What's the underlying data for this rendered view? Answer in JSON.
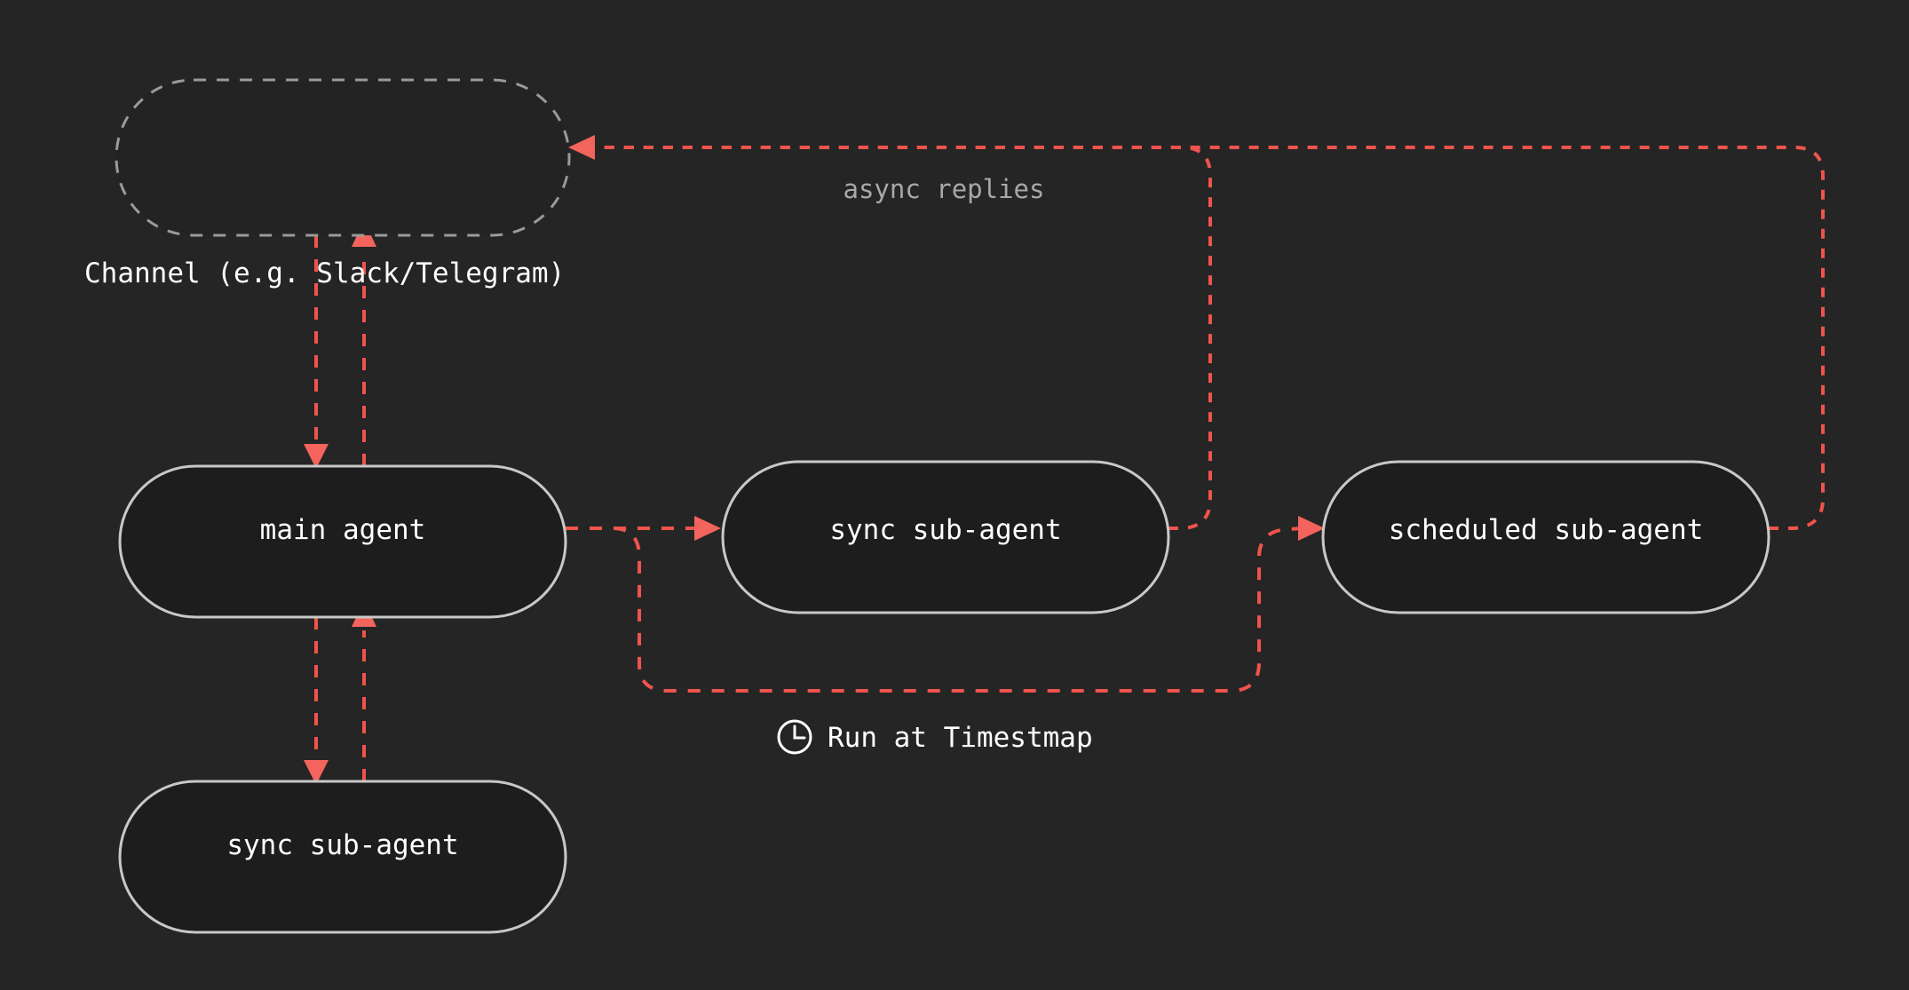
{
  "diagram": {
    "title": "agent orchestration flow",
    "background_color": "#252525",
    "accent_color": "#ef544c",
    "node_border_color": "#c8c8c8",
    "node_fill_color": "#1d1d1d",
    "nodes": [
      {
        "id": "channel",
        "label": "",
        "caption": "Channel (e.g. Slack/Telegram)",
        "style": "dashed"
      },
      {
        "id": "main-agent",
        "label": "main agent",
        "style": "solid"
      },
      {
        "id": "sync-sub-agent-right",
        "label": "sync sub-agent",
        "style": "solid"
      },
      {
        "id": "scheduled-sub-agent",
        "label": "scheduled sub-agent",
        "style": "solid"
      },
      {
        "id": "sync-sub-agent-bottom",
        "label": "sync sub-agent",
        "style": "solid"
      }
    ],
    "edge_labels": {
      "async_replies": "async replies",
      "run_at_timestamp": "Run at Timestmap"
    },
    "icons": {
      "clock": "clock-icon"
    }
  }
}
